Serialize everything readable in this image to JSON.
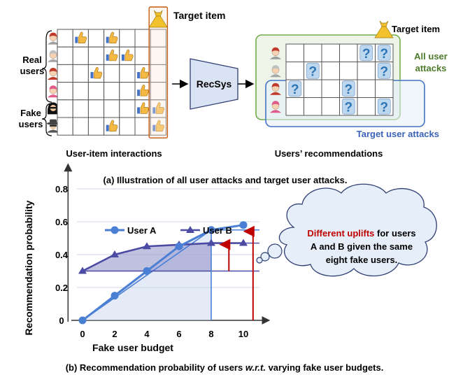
{
  "panel_a": {
    "target_item_label": "Target item",
    "target_item_label_right": "Target item",
    "real_users_line1": "Real",
    "real_users_line2": "users",
    "fake_users_line1": "Fake",
    "fake_users_line2": "users",
    "recsys_label": "RecSys",
    "interactions_caption": "User-item interactions",
    "recommendations_caption": "Users’ recommendations",
    "all_user_attacks_line1": "All user",
    "all_user_attacks_line2": "attacks",
    "target_user_attacks": "Target user attacks",
    "caption": "(a) Illustration of all user attacks and target user attacks.",
    "colors": {
      "green": "#70AD47",
      "blue": "#4472C4",
      "target_border": "#C55A11",
      "recsys_fill": "#DAE3F3"
    },
    "interaction_rows": [
      [
        0,
        1,
        0,
        1,
        0,
        0,
        0
      ],
      [
        0,
        0,
        0,
        1,
        1,
        0,
        0
      ],
      [
        0,
        0,
        1,
        0,
        0,
        1,
        0
      ],
      [
        0,
        0,
        0,
        0,
        0,
        1,
        0
      ],
      [
        0,
        0,
        0,
        0,
        0,
        1,
        1
      ],
      [
        0,
        0,
        0,
        1,
        0,
        0,
        1
      ]
    ],
    "recommend_rows": [
      [
        0,
        0,
        0,
        0,
        1,
        1
      ],
      [
        0,
        1,
        0,
        0,
        0,
        1
      ],
      [
        1,
        0,
        0,
        1,
        0,
        0
      ],
      [
        0,
        0,
        0,
        1,
        0,
        1
      ]
    ]
  },
  "panel_b": {
    "bubble_highlight": "Different uplifts",
    "bubble_line1_rest": " for users",
    "bubble_line2": "A and B given the same",
    "bubble_line3": "eight fake users.",
    "caption_prefix": "(b) Recommendation probability of users ",
    "caption_italic": "w.r.t.",
    "caption_suffix": " varying fake user budgets.",
    "highlight_color": "#C00000"
  },
  "chart_data": {
    "type": "line",
    "xlabel": "Fake user budget",
    "ylabel": "Recommendation probability",
    "x": [
      0,
      2,
      4,
      6,
      8,
      10
    ],
    "xticks": [
      "0",
      "2",
      "4",
      "6",
      "8",
      "10"
    ],
    "yticks": [
      "0",
      "0.2",
      "0.4",
      "0.6",
      "0.8"
    ],
    "xlim": [
      0,
      11
    ],
    "ylim": [
      0,
      0.95
    ],
    "legend_placement": "top",
    "series": [
      {
        "name": "User A",
        "values": [
          0.0,
          0.15,
          0.3,
          0.45,
          0.55,
          0.58
        ],
        "color": "#4A7FD4",
        "marker": "circle"
      },
      {
        "name": "User B",
        "values": [
          0.3,
          0.4,
          0.45,
          0.46,
          0.47,
          0.47
        ],
        "color": "#4B4BA3",
        "marker": "triangle"
      }
    ]
  }
}
